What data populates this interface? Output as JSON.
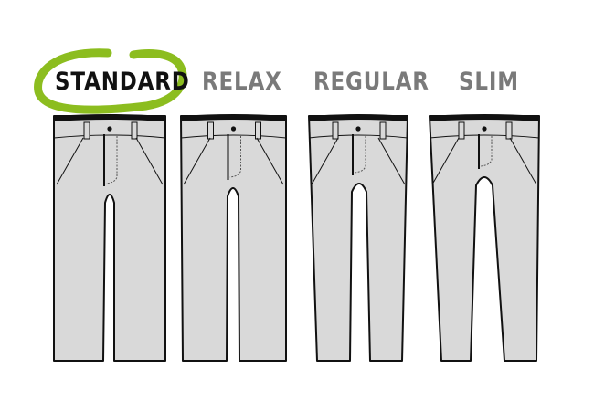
{
  "fits": [
    {
      "label": "STANDARD",
      "selected": true
    },
    {
      "label": "RELAX",
      "selected": false
    },
    {
      "label": "REGULAR",
      "selected": false
    },
    {
      "label": "SLIM",
      "selected": false
    }
  ],
  "colors": {
    "selected_ring": "#8cbd1f",
    "selected_text": "#111111",
    "label_text": "#7a7a7a",
    "pants_fill": "#d9d9d9"
  }
}
